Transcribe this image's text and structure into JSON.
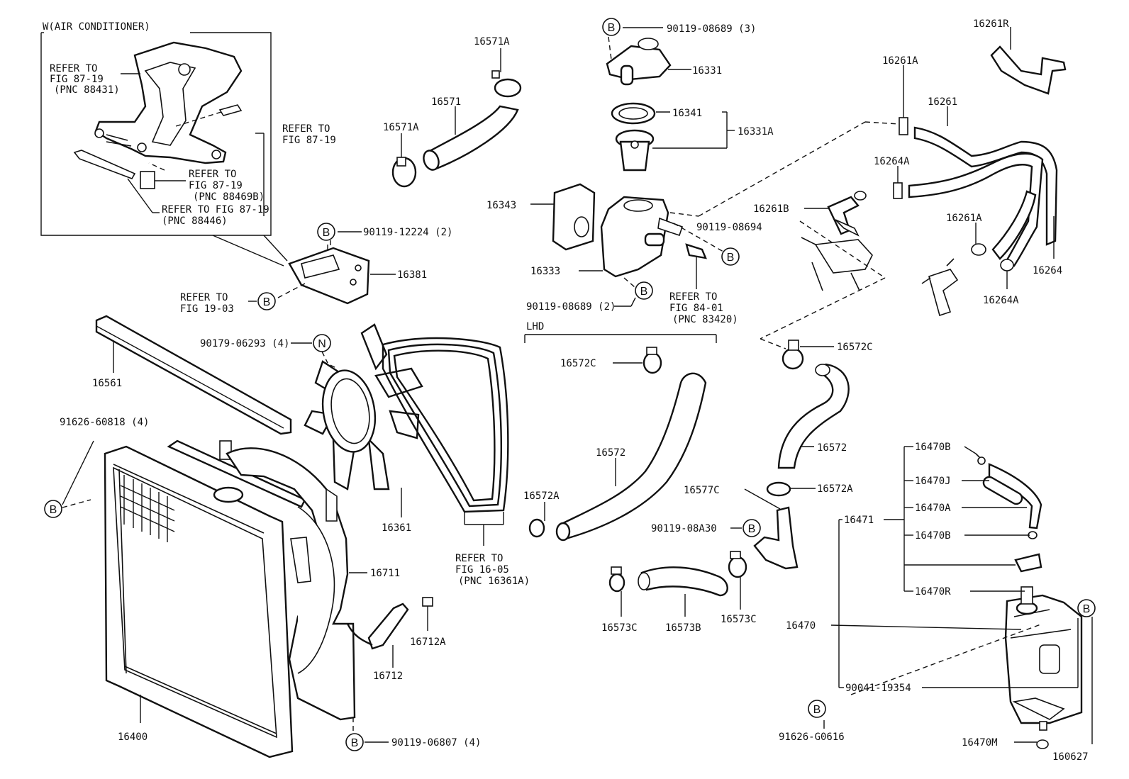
{
  "diagram": {
    "inset_title": "W(AIR CONDITIONER)",
    "lhd": "LHD",
    "refs": {
      "r1a": "REFER TO",
      "r1b": "FIG 87-19",
      "r1c": "(PNC 88431)",
      "r2a": "REFER TO",
      "r2b": "FIG 87-19",
      "r3a": "REFER TO",
      "r3b": "FIG 87-19",
      "r3c": "(PNC 88469B)",
      "r4a": "REFER TO FIG 87-19",
      "r4b": "(PNC 88446)",
      "r5a": "REFER TO",
      "r5b": "FIG 19-03",
      "r6a": "REFER TO",
      "r6b": "FIG 84-01",
      "r6c": "(PNC 83420)",
      "r7a": "REFER TO",
      "r7b": "FIG 16-05",
      "r7c": "(PNC 16361A)"
    },
    "callouts": {
      "b": "B",
      "n": "N"
    },
    "parts": {
      "p16571A_top": "16571A",
      "p16571": "16571",
      "p16571A_left": "16571A",
      "p90119_08689_3": "90119-08689 (3)",
      "p16331": "16331",
      "p16341": "16341",
      "p16331A": "16331A",
      "p16343": "16343",
      "p16333": "16333",
      "p90119_08694": "90119-08694",
      "p90119_08689_2": "90119-08689 (2)",
      "p16261R": "16261R",
      "p16261A_top": "16261A",
      "p16261": "16261",
      "p16264A_top": "16264A",
      "p16261B": "16261B",
      "p16261A_mid": "16261A",
      "p16264": "16264",
      "p16264A_bot": "16264A",
      "p90119_12224": "90119-12224 (2)",
      "p16381": "16381",
      "p90179_06293": "90179-06293 (4)",
      "p16561": "16561",
      "p91626_60818": "91626-60818 (4)",
      "p16361": "16361",
      "p16572C_left": "16572C",
      "p16572_left": "16572",
      "p16572A_left": "16572A",
      "p16572C_right": "16572C",
      "p16572_right": "16572",
      "p16577C": "16577C",
      "p16572A_right": "16572A",
      "p90119_08A30": "90119-08A30",
      "p16711": "16711",
      "p16712A": "16712A",
      "p16712": "16712",
      "p16400": "16400",
      "p90119_06807": "90119-06807 (4)",
      "p16573C_left": "16573C",
      "p16573B": "16573B",
      "p16573C_right": "16573C",
      "p16470B_top": "16470B",
      "p16470J": "16470J",
      "p16470A": "16470A",
      "p16471": "16471",
      "p16470B_mid": "16470B",
      "p16470R": "16470R",
      "p16470": "16470",
      "p90041_19354": "90041-19354",
      "p91626_G0616": "91626-G0616",
      "p16470M": "16470M",
      "p160627": "160627"
    }
  }
}
